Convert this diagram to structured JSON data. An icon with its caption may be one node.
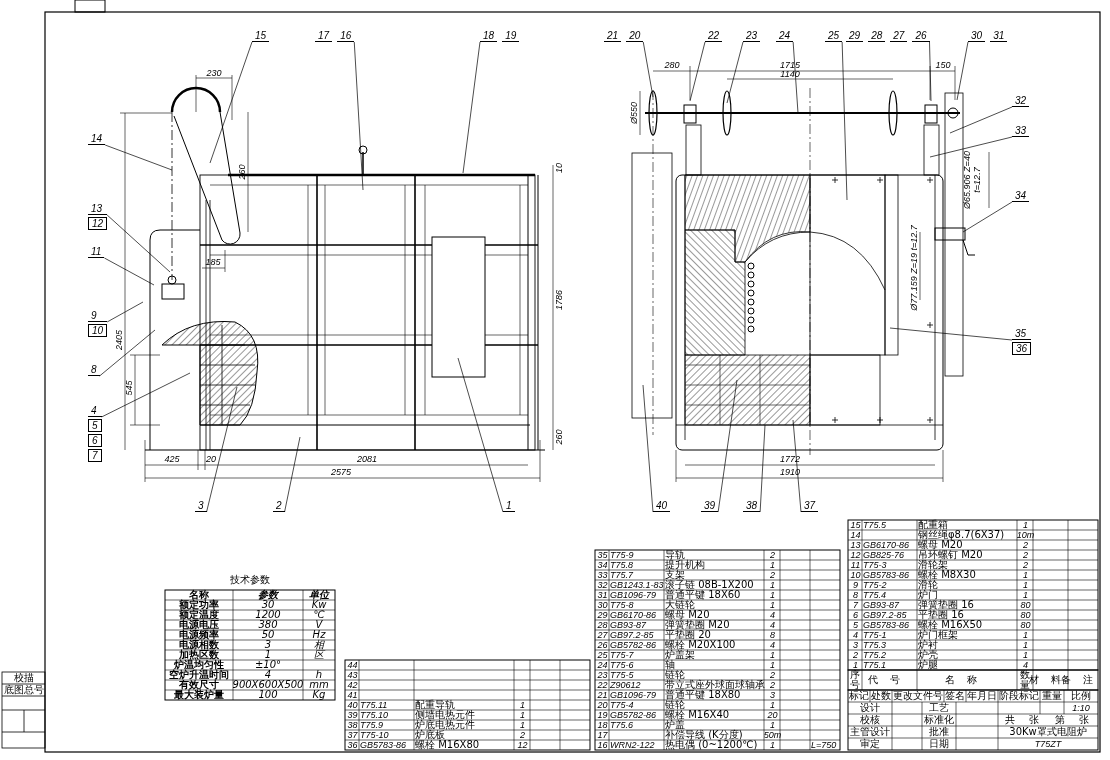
{
  "diagram": {
    "nodes": [
      {
        "text": [
          "15"
        ]
      },
      {
        "text": [
          "17",
          "16"
        ]
      },
      {
        "text": [
          "18",
          "19"
        ]
      },
      {
        "text": [
          "14"
        ]
      },
      {
        "text": [
          "13",
          "12"
        ]
      },
      {
        "text": [
          "11"
        ]
      },
      {
        "text": [
          "9",
          "10"
        ]
      },
      {
        "text": [
          "8"
        ]
      },
      {
        "text": [
          "4",
          "5",
          "6",
          "7"
        ]
      },
      {
        "text": [
          "3"
        ]
      },
      {
        "text": [
          "2"
        ]
      },
      {
        "text": [
          "1"
        ]
      },
      {
        "text": [
          "21",
          "20"
        ]
      },
      {
        "text": [
          "22"
        ]
      },
      {
        "text": [
          "23"
        ]
      },
      {
        "text": [
          "24"
        ]
      },
      {
        "text": [
          "25"
        ]
      },
      {
        "text": [
          "29",
          "28",
          "27",
          "26"
        ]
      },
      {
        "text": [
          "30",
          "31"
        ]
      },
      {
        "text": [
          "32"
        ]
      },
      {
        "text": [
          "33"
        ]
      },
      {
        "text": [
          "34"
        ]
      },
      {
        "text": [
          "35",
          "36"
        ]
      },
      {
        "text": [
          "40"
        ]
      },
      {
        "text": [
          "39"
        ]
      },
      {
        "text": [
          "38"
        ]
      },
      {
        "text": [
          "37"
        ]
      }
    ],
    "edges": [
      {
        "from": 0,
        "to": null,
        "arrow": "none"
      },
      {
        "from": 1,
        "to": null,
        "arrow": "none"
      },
      {
        "from": 2,
        "to": null,
        "arrow": "none"
      },
      {
        "from": 3,
        "to": null,
        "arrow": "none"
      },
      {
        "from": 4,
        "to": null,
        "arrow": "none"
      },
      {
        "from": 5,
        "to": null,
        "arrow": "none"
      },
      {
        "from": 6,
        "to": null,
        "arrow": "none"
      },
      {
        "from": 7,
        "to": null,
        "arrow": "none"
      },
      {
        "from": 8,
        "to": null,
        "arrow": "none"
      },
      {
        "from": 9,
        "to": null,
        "arrow": "none"
      },
      {
        "from": 10,
        "to": null,
        "arrow": "none"
      },
      {
        "from": 11,
        "to": null,
        "arrow": "none"
      },
      {
        "from": 12,
        "to": null,
        "arrow": "none"
      },
      {
        "from": 13,
        "to": null,
        "arrow": "none"
      },
      {
        "from": 14,
        "to": null,
        "arrow": "none"
      },
      {
        "from": 15,
        "to": null,
        "arrow": "none"
      },
      {
        "from": 16,
        "to": null,
        "arrow": "none"
      },
      {
        "from": 17,
        "to": null,
        "arrow": "none"
      },
      {
        "from": 18,
        "to": null,
        "arrow": "none"
      },
      {
        "from": 19,
        "to": null,
        "arrow": "none"
      },
      {
        "from": 20,
        "to": null,
        "arrow": "none"
      },
      {
        "from": 21,
        "to": null,
        "arrow": "none"
      },
      {
        "from": 22,
        "to": null,
        "arrow": "none"
      },
      {
        "from": 23,
        "to": null,
        "arrow": "none"
      },
      {
        "from": 24,
        "to": null,
        "arrow": "none"
      },
      {
        "from": 25,
        "to": null,
        "arrow": "none"
      },
      {
        "from": 26,
        "to": null,
        "arrow": "none"
      }
    ],
    "labels": [
      "230",
      "260",
      "10",
      "185",
      "2405",
      "1786",
      "545",
      "260",
      "425",
      "20",
      "2081",
      "2575",
      "280",
      "1715",
      "1140",
      "150",
      "Ø550",
      "Ø65.906 Z=40 t=12.7",
      "Ø77.159 Z=19 t=12.7",
      "1772",
      "1910",
      "技术参数",
      "名称",
      "参数",
      "单位",
      "额定功率",
      "30",
      "Kw",
      "额定温度",
      "1200",
      "℃",
      "电源电压",
      "380",
      "V",
      "电源频率",
      "50",
      "Hz",
      "电源相数",
      "3",
      "相",
      "加热区数",
      "1",
      "区",
      "炉温均匀性",
      "±10°",
      "空炉升温时间",
      "4",
      "h",
      "有效尺寸",
      "900X600X500",
      "mm",
      "最大装炉量",
      "100",
      "Kg",
      "44",
      "43",
      "42",
      "41",
      "40",
      "T75.11",
      "配重导轨",
      "1",
      "39",
      "T75.10",
      "侧墙电热元件",
      "1",
      "38",
      "T75.9",
      "炉底电热元件",
      "1",
      "37",
      "T75-10",
      "炉底板",
      "2",
      "36",
      "GB5783-86",
      "螺栓 M16X80",
      "12",
      "35",
      "T75-9",
      "导轨",
      "2",
      "34",
      "T75.8",
      "提升机构",
      "1",
      "33",
      "T75.7",
      "支架",
      "2",
      "32",
      "GB1243.1-83",
      "滚子链 08B-1X200",
      "1",
      "31",
      "GB1096-79",
      "普通平键 18X60",
      "1",
      "30",
      "T75-8",
      "大链轮",
      "1",
      "29",
      "GB6170-86",
      "螺母 M20",
      "4",
      "28",
      "GB93-87",
      "弹簧垫圈 M20",
      "4",
      "27",
      "GB97.2-85",
      "平垫圈 20",
      "8",
      "26",
      "GB5782-86",
      "螺栓 M20X100",
      "4",
      "25",
      "T75-7",
      "炉盖架",
      "1",
      "24",
      "T75-6",
      "轴",
      "1",
      "23",
      "T75-5",
      "链轮",
      "2",
      "22",
      "Z90612",
      "带立式座外球面球轴承",
      "2",
      "21",
      "GB1096-79",
      "普通平键 18X80",
      "3",
      "20",
      "T75-4",
      "链轮",
      "1",
      "19",
      "GB5782-86",
      "螺栓 M16X40",
      "20",
      "18",
      "T75.6",
      "炉盖",
      "1",
      "17",
      "补偿导线 (K分度)",
      "50m",
      "16",
      "WRN2-122",
      "热电偶 (0~1200℃)",
      "1",
      "L=750",
      "15",
      "T75.5",
      "配重箱",
      "1",
      "14",
      "钢丝绳φ8.7(6X37)",
      "10m",
      "13",
      "GB6170-86",
      "螺母 M20",
      "2",
      "12",
      "GB825-76",
      "吊环螺钉 M20",
      "2",
      "11",
      "T75-3",
      "滑轮架",
      "2",
      "10",
      "GB5783-86",
      "螺栓 M8X30",
      "1",
      "9",
      "T75-2",
      "滑轮",
      "1",
      "8",
      "T75.4",
      "炉门",
      "1",
      "7",
      "GB93-87",
      "弹簧垫圈 16",
      "80",
      "6",
      "GB97.2-85",
      "平垫圈 16",
      "80",
      "5",
      "GB5783-86",
      "螺栓 M16X50",
      "80",
      "4",
      "T75-1",
      "炉门框架",
      "1",
      "3",
      "T75.3",
      "炉衬",
      "1",
      "2",
      "T75.2",
      "炉壳",
      "1",
      "1",
      "T75.1",
      "炉腿",
      "4",
      "序号",
      "代号",
      "名称",
      "数量",
      "材料",
      "备注",
      "标记",
      "处数",
      "更改文件号",
      "签名",
      "年月日",
      "阶段标记",
      "重量",
      "比例",
      "设计",
      "工艺",
      "1:10",
      "校核",
      "标准化",
      "共",
      "张",
      "第",
      "张",
      "主管设计",
      "批准",
      "30Kw罩式电阻炉",
      "审定",
      "日期",
      "T75ZT",
      "校描",
      "底图总号"
    ]
  }
}
